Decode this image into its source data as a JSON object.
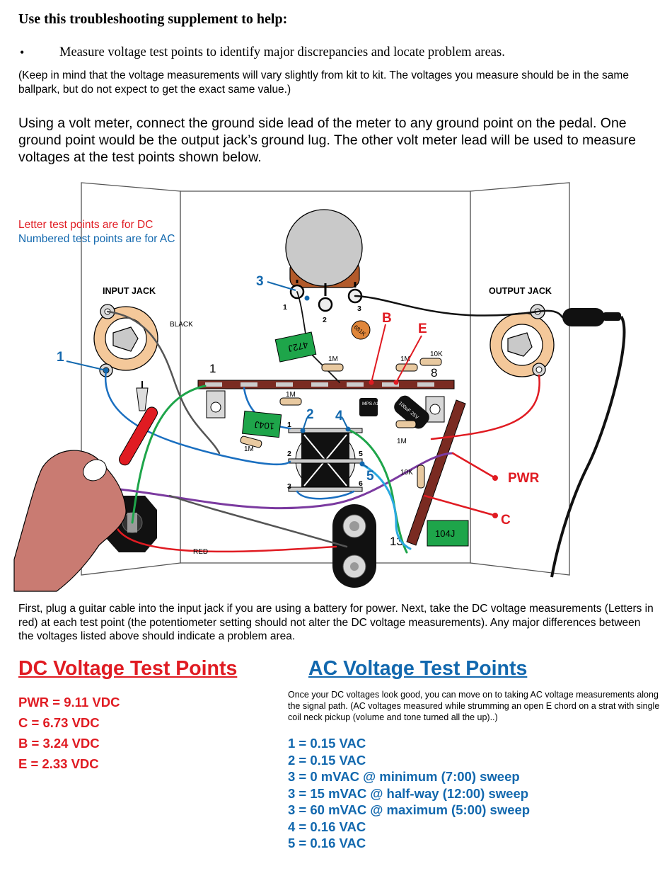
{
  "heading": "Use this troubleshooting supplement to help:",
  "bullet": {
    "dot": "•",
    "text": "Measure voltage test points to identify major discrepancies and locate problem areas."
  },
  "note": "(Keep in mind that the voltage measurements will vary slightly from kit to kit.  The voltages you measure should be in the same ballpark, but do not expect to get the exact same value.)",
  "instructions": "Using a volt meter, connect the ground side lead of the meter to any ground point on the pedal.  One ground point would be the output jack’s ground lug.  The other volt meter lead will be used to measure voltages at the test points shown below.",
  "diagram": {
    "legend_dc": "Letter test points are for DC",
    "legend_ac": "Numbered test points are for AC",
    "input_jack": "INPUT JACK",
    "output_jack": "OUTPUT JACK",
    "wire_black": "BLACK",
    "wire_red": "RED",
    "pot_lugs": [
      "1",
      "2",
      "3"
    ],
    "cap_472": "472J",
    "cap_104_left": "104J",
    "cap_104_right": "104J",
    "cap_681": "681K",
    "transistor": "MPS A13",
    "electrolytic": "100uF 25V",
    "res_1m": "1M",
    "res_10k": "10K",
    "board_1": "1",
    "board_8": "8",
    "board_13": "13",
    "ic_pins": [
      "1",
      "2",
      "3",
      "5",
      "6"
    ],
    "tp_1": "1",
    "tp_2": "2",
    "tp_3": "3",
    "tp_4": "4",
    "tp_5": "5",
    "tp_B": "B",
    "tp_E": "E",
    "tp_C": "C",
    "tp_PWR": "PWR",
    "colors": {
      "dc": "#e01b22",
      "ac": "#1268ae",
      "board": "#7a2b22",
      "cap_green": "#1ea54a",
      "pot": "#c9c9c9",
      "skin": "#c97b72",
      "probe": "#e01b22"
    }
  },
  "first_para": "First, plug a guitar cable into the input jack if you are using a battery for power.  Next, take the DC voltage measurements (Letters in red) at each test point (the potentiometer setting should not alter the DC voltage measurements).  Any major differences between the voltages listed above should indicate a problem area.",
  "dc": {
    "title": "DC Voltage Test Points",
    "items": [
      "PWR = 9.11 VDC",
      "C = 6.73 VDC",
      "B = 3.24 VDC",
      "E = 2.33 VDC"
    ]
  },
  "ac": {
    "title": "AC Voltage Test Points",
    "intro": "Once your DC voltages look good, you can move on to taking AC voltage measurements along the signal path. (AC voltages measured while strumming an open E chord on a strat with single coil neck pickup (volume and tone turned all the up)..)",
    "items": [
      "1 = 0.15 VAC",
      "2 = 0.15 VAC",
      "3 = 0 mVAC @ minimum (7:00) sweep",
      "3 = 15 mVAC @ half-way (12:00) sweep",
      "3 = 60 mVAC @ maximum (5:00) sweep",
      "4 = 0.16 VAC",
      "5 = 0.16 VAC"
    ]
  }
}
